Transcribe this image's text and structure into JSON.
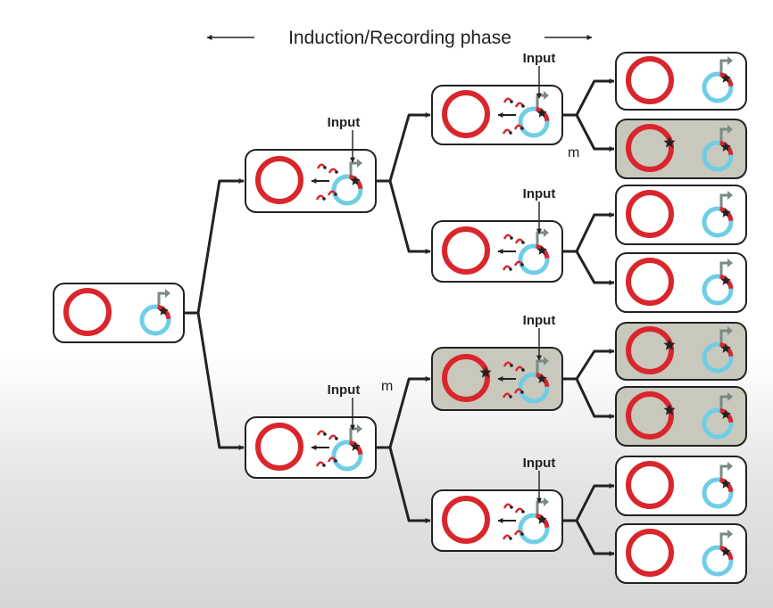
{
  "header": {
    "phase_title": "Induction/Recording phase"
  },
  "labels": {
    "input": "Input",
    "mutation": "m"
  },
  "colors": {
    "chromosome": "#d9262c",
    "plasmid": "#6fcde6",
    "cell_border": "#222222",
    "cell_fill_normal": "#ffffff",
    "cell_fill_mutant": "#c9c8bd",
    "recombinase": "#d9262c",
    "promoter_arrow": "#7a8a84"
  },
  "legend_icons": [
    "chromosome-ring-icon",
    "plasmid-ring-icon",
    "promoter-arrow-icon",
    "mutation-star-icon",
    "recombinase-icon"
  ],
  "lineage": {
    "root": {
      "state": "unmutated"
    },
    "generation_1": [
      {
        "state": "unmutated",
        "input": true,
        "mutation_marker": false
      },
      {
        "state": "unmutated",
        "input": true,
        "mutation_marker": true
      }
    ],
    "generation_2": [
      {
        "state": "unmutated",
        "input": true,
        "mutation_marker": true
      },
      {
        "state": "unmutated",
        "input": true,
        "mutation_marker": false
      },
      {
        "state": "mutant",
        "input": true,
        "mutation_marker": false
      },
      {
        "state": "unmutated",
        "input": true,
        "mutation_marker": false
      }
    ],
    "generation_3": [
      {
        "state": "unmutated"
      },
      {
        "state": "mutant"
      },
      {
        "state": "unmutated"
      },
      {
        "state": "unmutated"
      },
      {
        "state": "mutant"
      },
      {
        "state": "mutant"
      },
      {
        "state": "unmutated"
      },
      {
        "state": "unmutated"
      }
    ]
  }
}
